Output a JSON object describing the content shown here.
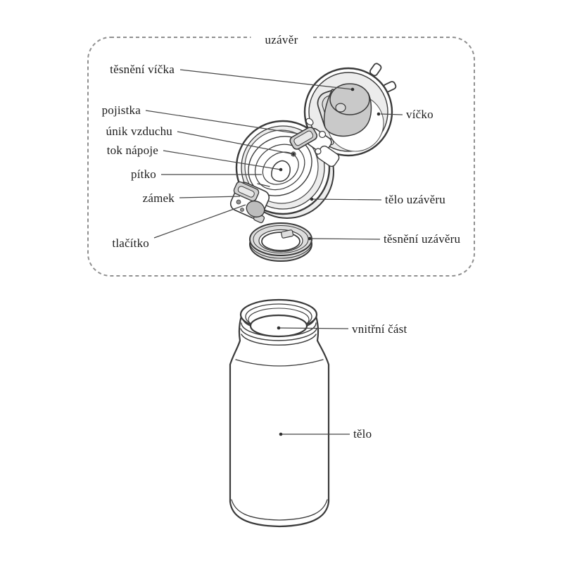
{
  "diagram": {
    "panel_title": "uzávěr",
    "cap_labels": {
      "tesneni_vicka": "těsnění víčka",
      "pojistka": "pojistka",
      "unik_vzduchu": "únik vzduchu",
      "tok_napoje": "tok nápoje",
      "pitko": "pítko",
      "zamek": "zámek",
      "tlacitko": "tlačítko",
      "vicko": "víčko",
      "telo_uzaveru": "tělo uzávěru",
      "tesneni_uzaveru": "těsnění uzávěru"
    },
    "bottle_labels": {
      "vnitrni_cast": "vnitřní část",
      "telo": "tělo"
    },
    "colors": {
      "line": "#3a3a3a",
      "leader_line": "#474747",
      "panel_border": "#909090",
      "gray_light": "#ececec",
      "gray_mid": "#d6d6d6",
      "gray_dark": "#c9c9c9",
      "background": "#ffffff"
    }
  }
}
